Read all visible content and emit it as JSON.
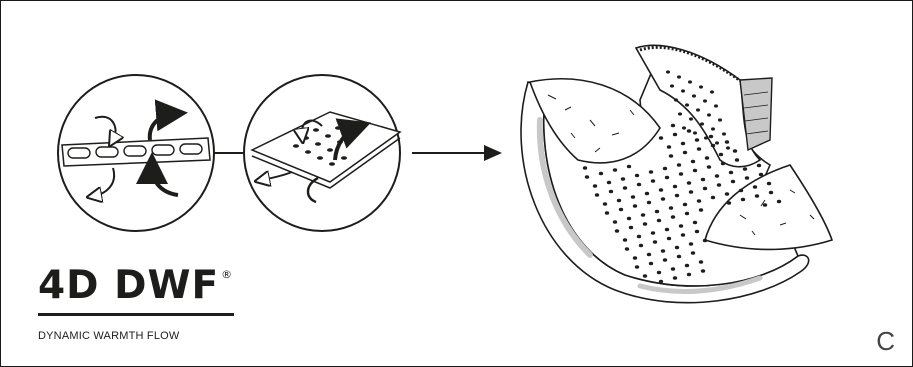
{
  "logo": {
    "name": "4D DWF",
    "trademark": "®"
  },
  "tagline": "DYNAMIC WARMTH FLOW",
  "corner_label": "C",
  "icons": [
    "airflow-circle-icon",
    "perforated-layer-circle-icon",
    "arrow-right-icon",
    "perforated-bootie-icon"
  ],
  "colors": {
    "ink": "#1d1d1b",
    "shade": "#c8c8c8"
  }
}
